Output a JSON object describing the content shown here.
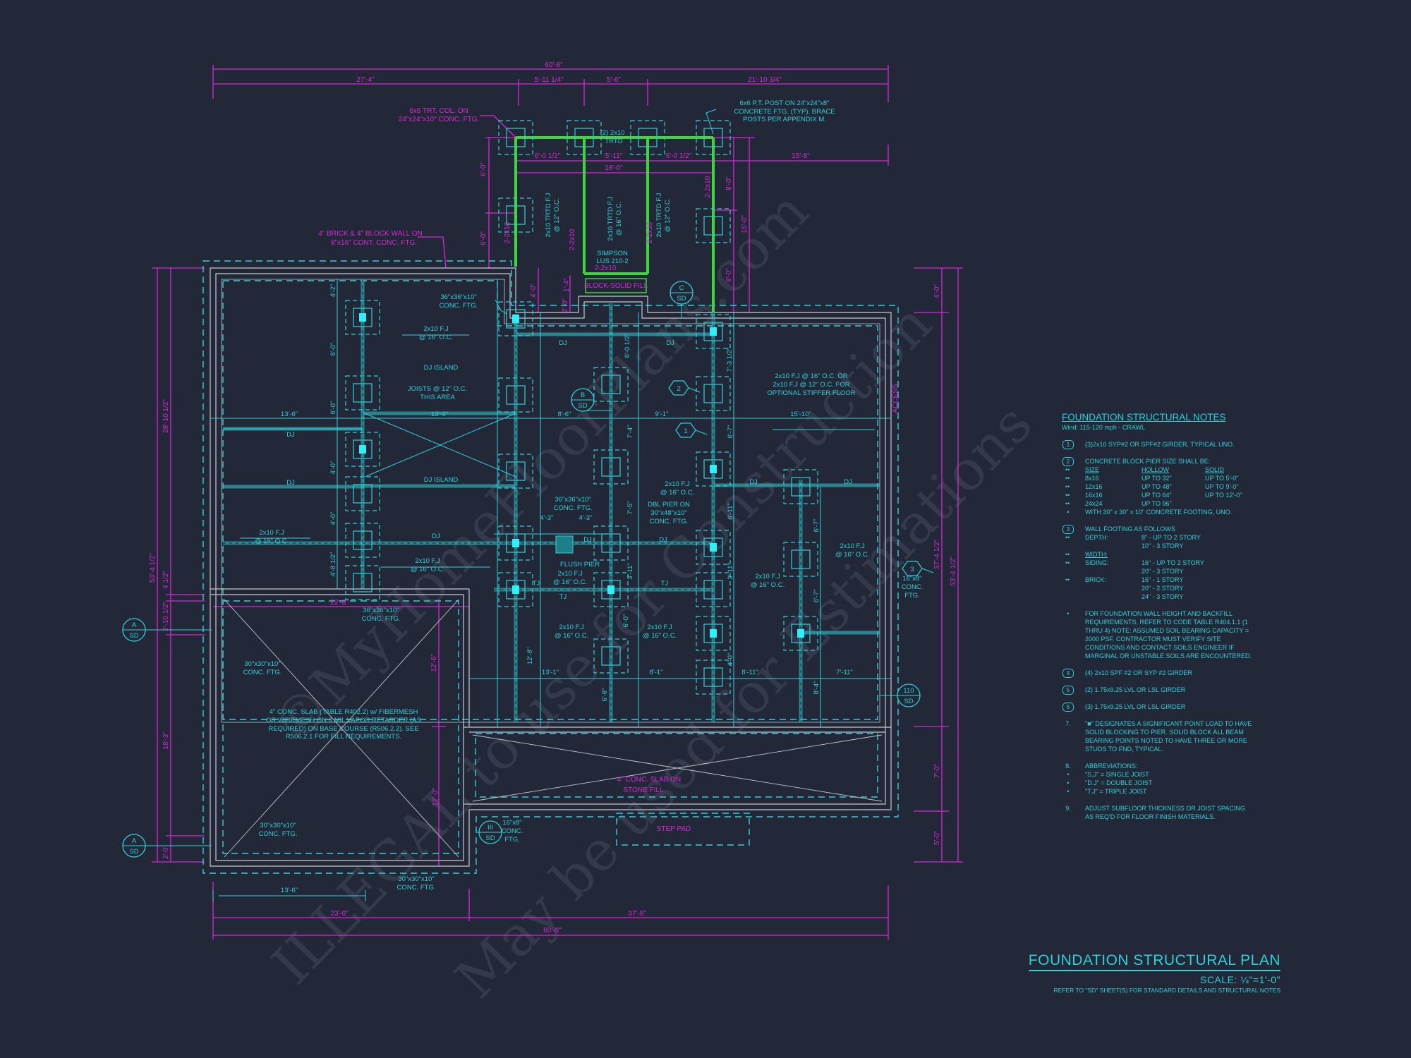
{
  "colors": {
    "background": "#232838",
    "dimension": "#d826d8",
    "structure": "#2fd0d8",
    "deck_framing": "#3dd63d",
    "walls": "#c3c7d0"
  },
  "watermark": {
    "line1": "©MyHomeFloorPlans.com",
    "line2": "ILLEGAL to use for Construction",
    "line3": "May be used for Estimations"
  },
  "plan": {
    "magenta": [
      "60'-8\"",
      "27'-4\"",
      "5'-11 1/4\"",
      "5'-6\"",
      "21'-10 3/4\"",
      "6x6 TRT. COL. ON",
      "24\"x24\"x10\" CONC. FTG.",
      "4\" BRICK & 4\" BLOCK WALL ON",
      "8\"x16\" CONT. CONC. FTG.",
      "6'-0 1/2\"",
      "5'-11\"",
      "6'-0 1/2\"",
      "18'-0\"",
      "15'-8\"",
      "6'-0\"",
      "6'-0\"",
      "2-2x10",
      "2-2x10",
      "2-2x10",
      "2-2x10",
      "8'-0\"",
      "16'-0\"",
      "8'-0\"",
      "2-2x10",
      "BLOCK-SOLID FILL",
      "4'-0\"",
      "2'-0\"",
      "1'-4\"",
      "22'-8\"",
      "12'-6\"",
      "12'-0\"",
      "ACCESS",
      "4\" CONC. SLAB ON",
      "STONE FILL",
      "STEP PAD",
      "23'-0\"",
      "37'-8\"",
      "60'-8\"",
      "4'-0\"",
      "37'-4 1/2\"",
      "53'-4 1/2\"",
      "7'-0\"",
      "5'-0\"",
      "28'-10 1/2\"",
      "53'-4 1/2\"",
      "4 1/2\"",
      "2'-10 1/2\"",
      "18'-3\"",
      "2'-0\""
    ],
    "cyan": [
      "6x6 P.T. POST ON 24\"x24\"x8\"",
      "CONCRETE FTG. (TYP). BRACE",
      "POSTS PER APPENDIX M.",
      "(2) 2x10",
      "TRTD",
      "2x10 TRTD F.J",
      "@ 12\" O.C.",
      "2x10 TRTD F.J",
      "@ 16\" O.C.",
      "2x10 TRTD F.J",
      "@ 12\" O.C.",
      "SIMPSON",
      "LUS 210-2",
      "36\"x36\"x10\"",
      "CONC. FTG.",
      "2x10 F.J",
      "@ 16\" O.C.",
      "DJ ISLAND",
      "JOISTS @ 12\" O.C.",
      "THIS AREA",
      "13'-6\"",
      "13'-9\"",
      "DJ",
      "DJ ISLAND",
      "DJ",
      "4'-2\"",
      "6'-0\"",
      "6'-0\"",
      "4'-0\"",
      "4'-0\"",
      "4'-8 1/2\"",
      "DJ",
      "DJ",
      "6'-0 1/2\"",
      "7'-3 1/2\"",
      "8'-6\"",
      "9'-1\"",
      "15'-10\"",
      "2x10 F.J @ 16\" O.C. OR",
      "2x10 F.J @ 12\" O.C. FOR",
      "OPTIONAL STIFFER FLOOR",
      "7'-4\"",
      "6'-7\"",
      "2x10 F.J",
      "@ 16\" O.C.",
      "2x10 F.J",
      "@ 16\" O.C.",
      "36\"x36\"x10\"",
      "CONC. FTG.",
      "4'-3\"",
      "4'-3\"",
      "DBL PIER ON",
      "30\"x48\"x10\"",
      "CONC. FTG.",
      "DJ",
      "DJ",
      "DJ",
      "FLUSH PIER",
      "2x10 F.J",
      "@ 16\" O.C.",
      "TJ",
      "TJ",
      "TJ",
      "2x10 F.J",
      "@ 16\" O.C.",
      "2x10 F.J",
      "@ 16\" O.C.",
      "2x10 F.J",
      "@ 16\" O.C.",
      "DJ",
      "DJ",
      "7'-5\"",
      "6'-11\"",
      "3'-11\"",
      "3'-11\"",
      "6'-0\"",
      "4'-0\"",
      "6'-7\"",
      "6'-7\"",
      "13'-1\"",
      "8'-1\"",
      "8'-11\"",
      "7'-11\"",
      "36\"x36\"x10\"",
      "CONC. FTG.",
      "30\"x30\"x10\"",
      "CONC. FTG.",
      "4\" CONC. SLAB (TABLE R402.2) w/ FIBERMESH",
      "OR WIREMESH ON 6 MIL VAPOR RETARDER (AS",
      "REQUIRED) ON BASE COURSE (R506.2.2). SEE",
      "R506.2.1 FOR FILL REQUIREMENTS.",
      "30\"x30\"x10\"",
      "CONC. FTG.",
      "30\"x30\"x10\"",
      "CONC. FTG.",
      "13'-6\"",
      "16\"x8\"",
      "CONC.",
      "FTG.",
      "16\"x8\"",
      "CONC.",
      "FTG.",
      "2x10 F.J",
      "@ 16\" O.C.",
      "12'-8\"",
      "6'-8\"",
      "8'-4\"",
      "2x10 F.J",
      "@ 16\" O.C."
    ],
    "section_markers": [
      {
        "top": "A",
        "bottom": "SD"
      },
      {
        "top": "A",
        "bottom": "SD"
      },
      {
        "top": "B",
        "bottom": "SD"
      },
      {
        "top": "C",
        "bottom": "SD"
      },
      {
        "top": "III",
        "bottom": "SD"
      },
      {
        "top": "110",
        "bottom": "SD"
      }
    ],
    "hex_tags": [
      "1",
      "2",
      "3"
    ]
  },
  "notes": {
    "title": "FOUNDATION STRUCTURAL NOTES",
    "wind": "Wind: 115-120 mph - CRAWL",
    "n1": {
      "num": "1",
      "text": "(3)2x10 SYP#2 OR SPF#2 GIRDER, TYPICAL UNO."
    },
    "n2": {
      "num": "2",
      "text": "CONCRETE BLOCK PIER SIZE SHALL BE:",
      "headers": [
        "SIZE",
        "HOLLOW",
        "SOLID"
      ],
      "rows": [
        [
          "8x16",
          "UP TO 32\"",
          "UP TO 5'-0\""
        ],
        [
          "12x16",
          "UP TO 48\"",
          "UP TO 9'-0\""
        ],
        [
          "16x16",
          "UP TO 64\"",
          "UP TO 12'-0\""
        ],
        [
          "24x24",
          "UP TO 96\"",
          ""
        ]
      ],
      "footing": "WITH 30\" x 30\" x 10\" CONCRETE FOOTING, UNO."
    },
    "n3": {
      "num": "3",
      "text": "WALL FOOTING AS FOLLOWS",
      "depth_label": "DEPTH:",
      "depth": [
        "8\" - UP TO 2 STORY",
        "10\" - 3 STORY"
      ],
      "width_label": "WIDTH:",
      "siding_label": "SIDING:",
      "siding": [
        "16\" - UP TO 2 STORY",
        "20\" - 3 STORY"
      ],
      "brick_label": "BRICK:",
      "brick": [
        "16\" - 1 STORY",
        "20\" - 2 STORY",
        "24\" - 3 STORY"
      ]
    },
    "backfill": "FOR FOUNDATION WALL HEIGHT AND BACKFILL REQUIREMENTS, REFER TO CODE TABLE R404.1.1 (1 THRU 4) NOTE: ASSUMED SOIL BEARING CAPACITY = 2000 PSF. CONTRACTOR MUST VERIFY SITE CONDITIONS AND CONTACT SOILS ENGINEER IF MARGINAL OR UNSTABLE SOILS ARE ENCOUNTERED.",
    "n4": {
      "num": "4",
      "text": "(4) 2x10 SPF #2 OR SYP #2 GIRDER"
    },
    "n5": {
      "num": "5",
      "text": "(2) 1.75x9.25 LVL OR LSL GIRDER"
    },
    "n6": {
      "num": "6",
      "text": "(3) 1.75x9.25 LVL OR LSL GIRDER"
    },
    "n7": {
      "num": "7.",
      "text": "\"■\" DESIGNATES A SIGNIFICANT POINT LOAD TO HAVE SOLID BLOCKING TO  PIER. SOLID BLOCK ALL BEAM BEARING POINTS NOTED TO HAVE THREE OR MORE STUDS TO FND, TYPICAL."
    },
    "n8": {
      "num": "8.",
      "text": "ABBREVIATIONS:",
      "items": [
        "\"S.J\" = SINGLE JOIST",
        "\"D.J\" = DOUBLE JOIST",
        "\"T.J\" = TRIPLE JOIST"
      ]
    },
    "n9": {
      "num": "9.",
      "text": "ADJUST SUBFLOOR THICKNESS OR JOIST SPACING AS REQ'D FOR FLOOR FINISH MATERIALS."
    }
  },
  "title_block": {
    "title": "FOUNDATION STRUCTURAL PLAN",
    "scale": "SCALE: ¼\"=1'-0\"",
    "reference": "REFER TO \"SD\" SHEET(S) FOR STANDARD DETAILS AND STRUCTURAL NOTES"
  }
}
